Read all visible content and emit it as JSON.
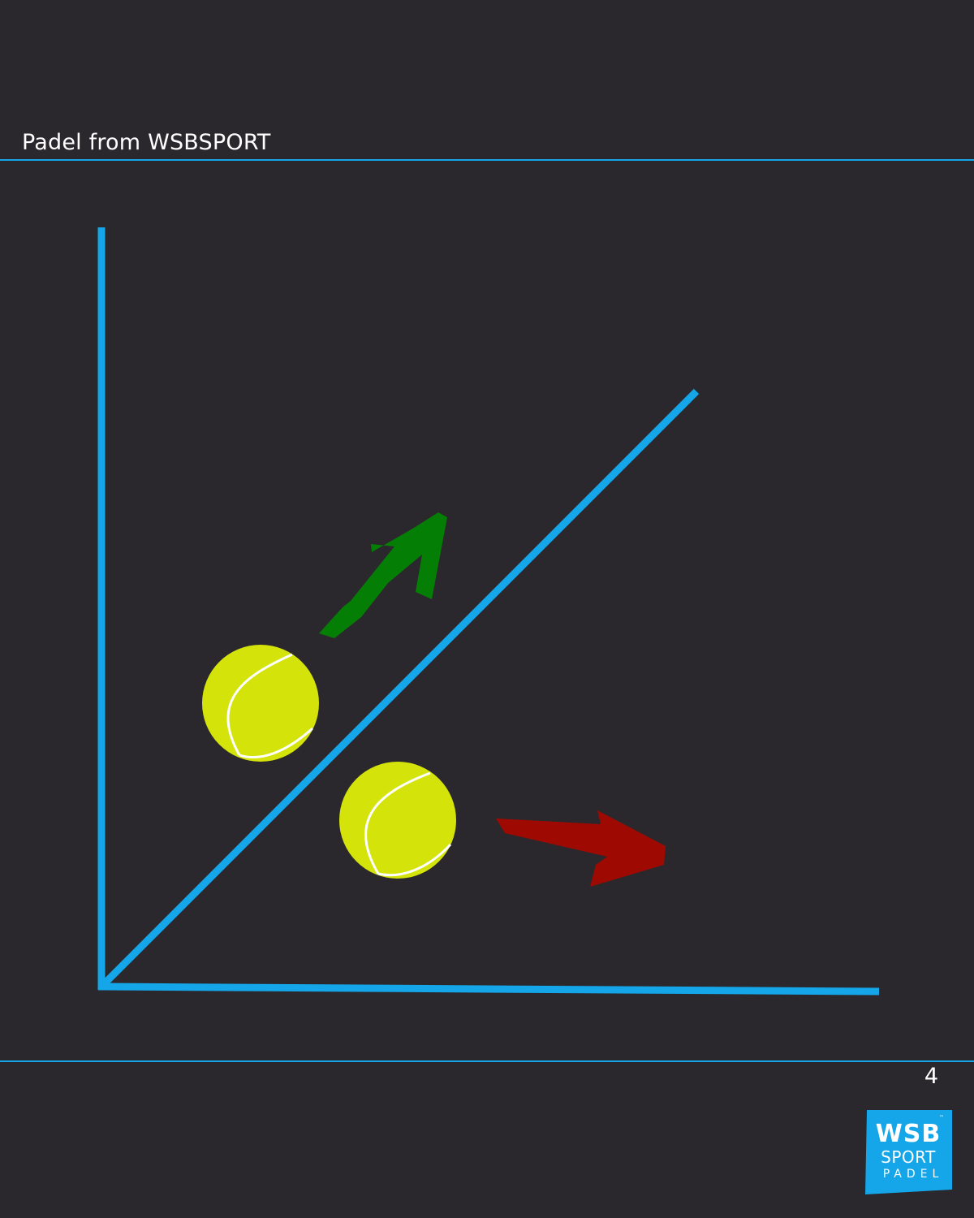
{
  "header": {
    "title": "Padel from WSBSPORT"
  },
  "footer": {
    "page_number": "4"
  },
  "logo": {
    "line1": "WSB",
    "line2": "SPORT",
    "line3": "PADEL",
    "trademark": "™"
  },
  "colors": {
    "background": "#2a282c",
    "accent_blue": "#14a6e8",
    "ball_yellow": "#d4e30a",
    "arrow_green": "#057e05",
    "arrow_red": "#9e0a02"
  },
  "icons": {
    "ball_1": "tennis-ball-icon",
    "ball_2": "tennis-ball-icon",
    "arrow_up": "arrow-up-right-icon",
    "arrow_right": "arrow-right-icon"
  }
}
